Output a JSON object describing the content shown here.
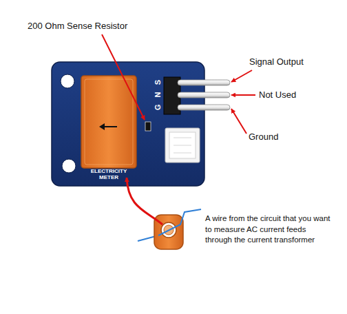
{
  "diagram": {
    "labels": [
      "200 Ohm Sense Resistor",
      "Signal Output",
      "Not Used",
      "Ground",
      "A wire from the circuit that you want to measure AC current feeds through the current transformer",
      "ELECTRICITY METER",
      "S",
      "N",
      "G"
    ]
  }
}
